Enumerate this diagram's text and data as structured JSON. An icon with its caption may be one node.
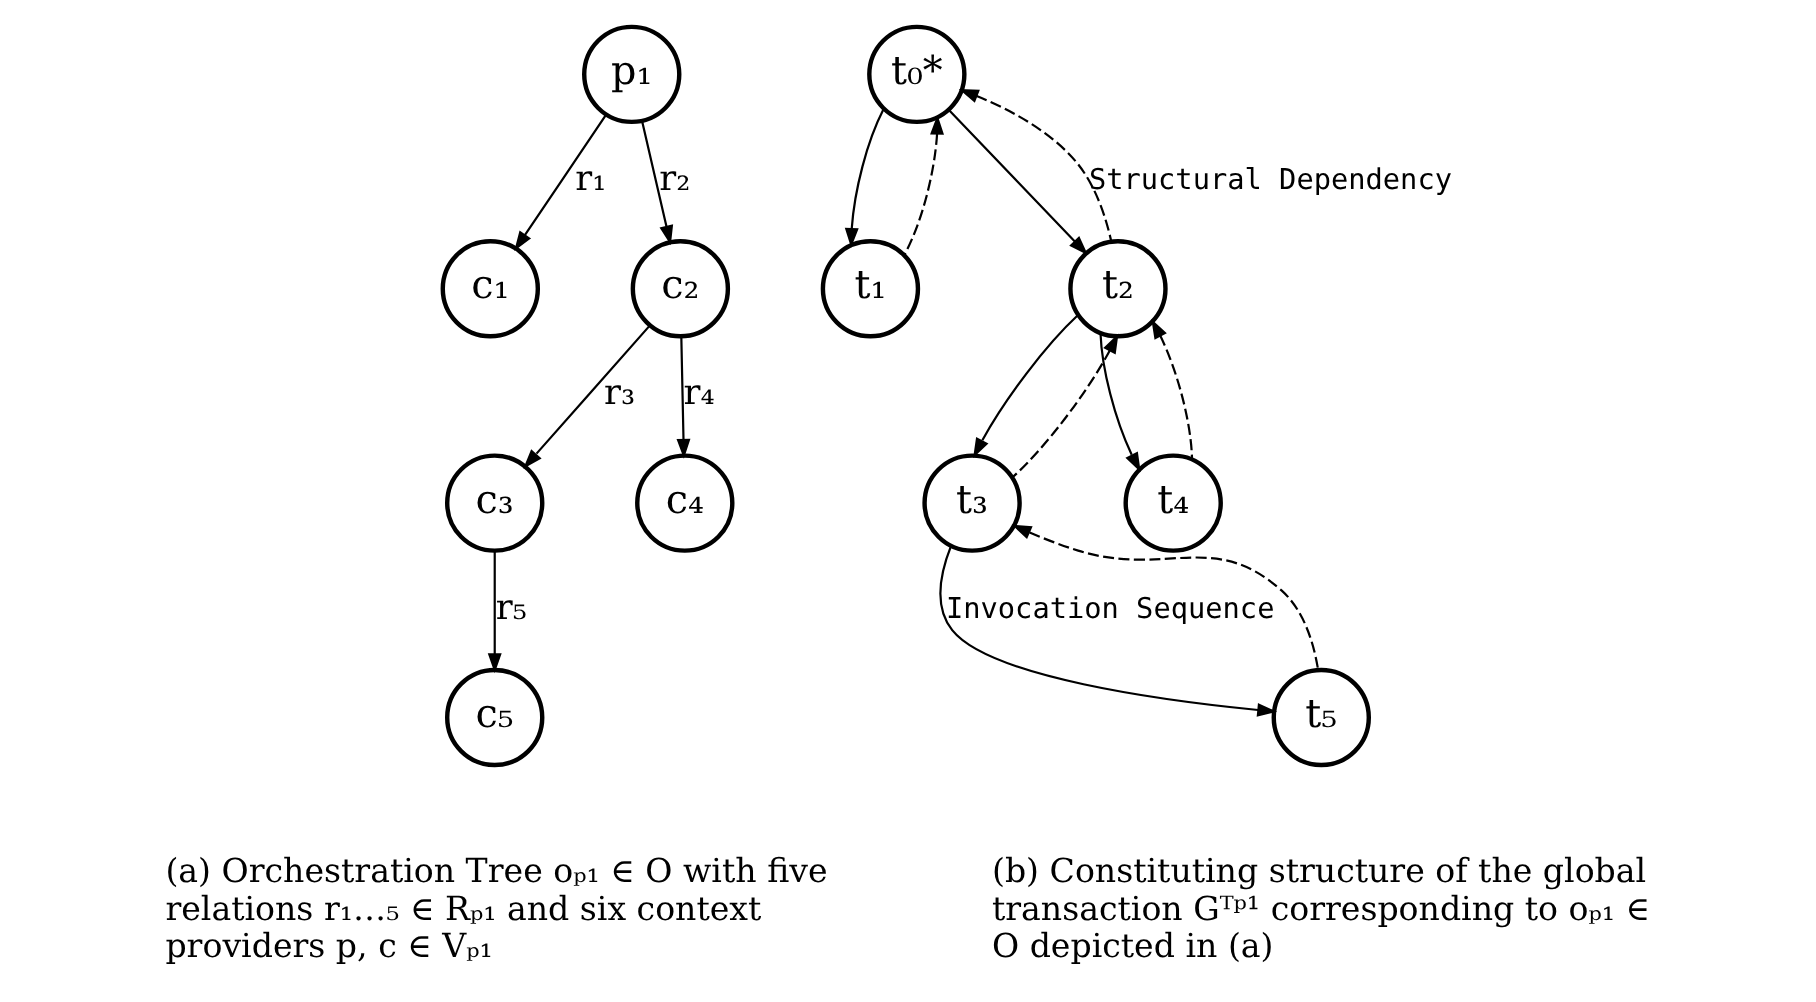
{
  "diagram": {
    "nodes": [
      {
        "text": [
          "p₁"
        ]
      },
      {
        "text": [
          "c₁"
        ]
      },
      {
        "text": [
          "c₂"
        ]
      },
      {
        "text": [
          "c₃"
        ]
      },
      {
        "text": [
          "c₄"
        ]
      },
      {
        "text": [
          "c₅"
        ]
      },
      {
        "text": [
          "t₀*"
        ]
      },
      {
        "text": [
          "t₁"
        ]
      },
      {
        "text": [
          "t₂"
        ]
      },
      {
        "text": [
          "t₃"
        ]
      },
      {
        "text": [
          "t₄"
        ]
      },
      {
        "text": [
          "t₅"
        ]
      }
    ],
    "edges": [
      {
        "from": 0,
        "to": 1,
        "arrow": "to",
        "label": "r₁"
      },
      {
        "from": 0,
        "to": 2,
        "arrow": "to",
        "label": "r₂"
      },
      {
        "from": 2,
        "to": 3,
        "arrow": "to",
        "label": "r₃"
      },
      {
        "from": 2,
        "to": 4,
        "arrow": "to",
        "label": "r₄"
      },
      {
        "from": 3,
        "to": 5,
        "arrow": "to",
        "label": "r₅"
      },
      {
        "from": 6,
        "to": 7,
        "arrow": "to"
      },
      {
        "from": 7,
        "to": 6,
        "arrow": "to",
        "style": "dashed"
      },
      {
        "from": 6,
        "to": 8,
        "arrow": "to"
      },
      {
        "from": 8,
        "to": 6,
        "arrow": "to",
        "style": "dashed",
        "label": "Structural Dependency"
      },
      {
        "from": 8,
        "to": 9,
        "arrow": "to"
      },
      {
        "from": 9,
        "to": 8,
        "arrow": "to",
        "style": "dashed"
      },
      {
        "from": 8,
        "to": 10,
        "arrow": "to"
      },
      {
        "from": 10,
        "to": 8,
        "arrow": "to",
        "style": "dashed"
      },
      {
        "from": 9,
        "to": 11,
        "arrow": "to",
        "label": "Invocation Sequence"
      },
      {
        "from": 11,
        "to": 9,
        "arrow": "to",
        "style": "dashed"
      }
    ],
    "labels": [
      "(a) Orchestration Tree oₚ₁ ∈ O with five relations r₁…₅ ∈ Rₚ₁ and six context providers p, c ∈ Vₚ₁",
      "(b) Constituting structure of the global transaction Gᵀᵖ¹ corresponding to oₚ₁ ∈ O depicted in (a)"
    ]
  }
}
